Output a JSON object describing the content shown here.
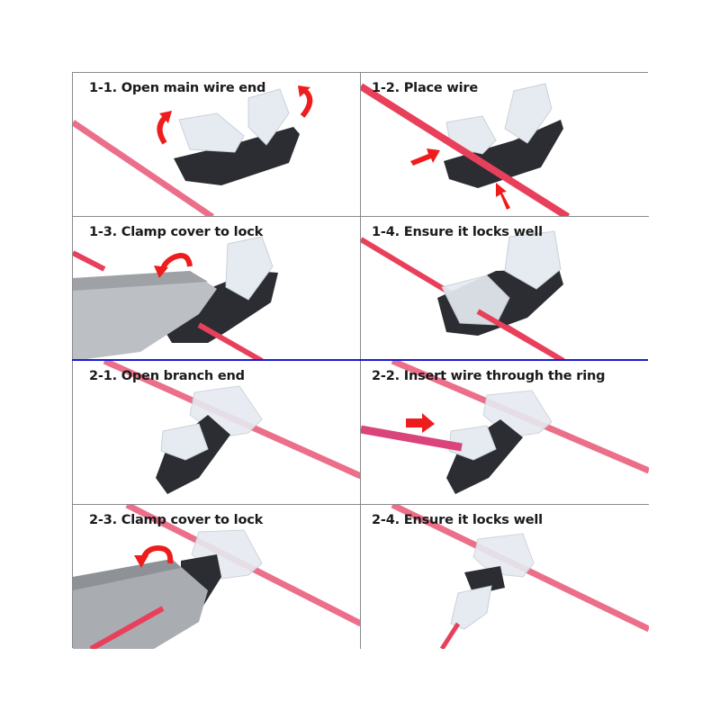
{
  "colors": {
    "wire": "#e8405a",
    "wire_light": "#f07a8e",
    "arrow": "#ee1c1c",
    "connector_body": "#2b2d33",
    "connector_clear": "#dfe6ee",
    "pliers": "#b9bcc0",
    "section_divider": "#1a1ad6",
    "panel_border": "#8a8a8a",
    "caption_text": "#1a1a1a"
  },
  "sections": [
    {
      "name": "main-wire",
      "panels": [
        {
          "id": "1-1",
          "caption": "1-1. Open main wire end",
          "icons": [
            "curved-arrow-icon",
            "curved-arrow-icon"
          ]
        },
        {
          "id": "1-2",
          "caption": "1-2. Place wire",
          "icons": [
            "arrow-icon",
            "arrow-icon"
          ]
        },
        {
          "id": "1-3",
          "caption": "1-3. Clamp cover to lock",
          "icons": [
            "curved-arrow-icon"
          ]
        },
        {
          "id": "1-4",
          "caption": "1-4. Ensure it locks well",
          "icons": []
        }
      ]
    },
    {
      "name": "branch-wire",
      "panels": [
        {
          "id": "2-1",
          "caption": "2-1. Open branch end",
          "icons": []
        },
        {
          "id": "2-2",
          "caption": "2-2. Insert wire through the ring",
          "icons": [
            "arrow-icon"
          ]
        },
        {
          "id": "2-3",
          "caption": "2-3. Clamp cover to lock",
          "icons": [
            "curved-arrow-icon"
          ]
        },
        {
          "id": "2-4",
          "caption": "2-4. Ensure it locks well",
          "icons": []
        }
      ]
    }
  ]
}
